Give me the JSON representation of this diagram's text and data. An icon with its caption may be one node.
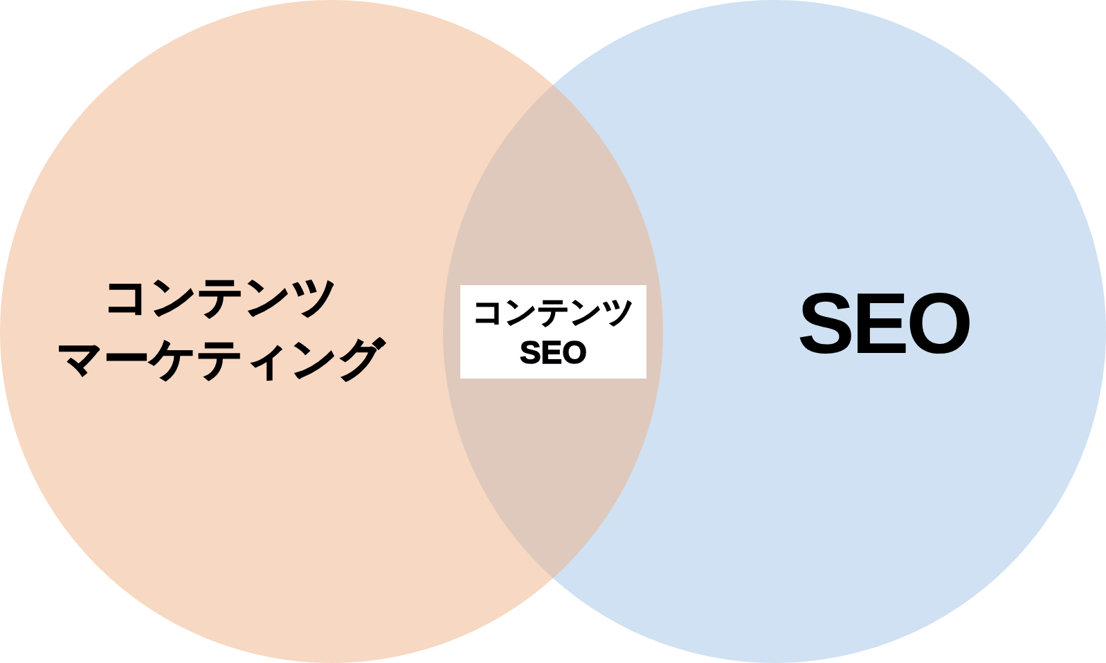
{
  "diagram": {
    "nodes": [
      {
        "text": [
          "コンテンツマーケティング"
        ]
      },
      {
        "text": [
          "コンテンツSEO"
        ]
      },
      {
        "text": [
          "SEO"
        ]
      }
    ]
  }
}
